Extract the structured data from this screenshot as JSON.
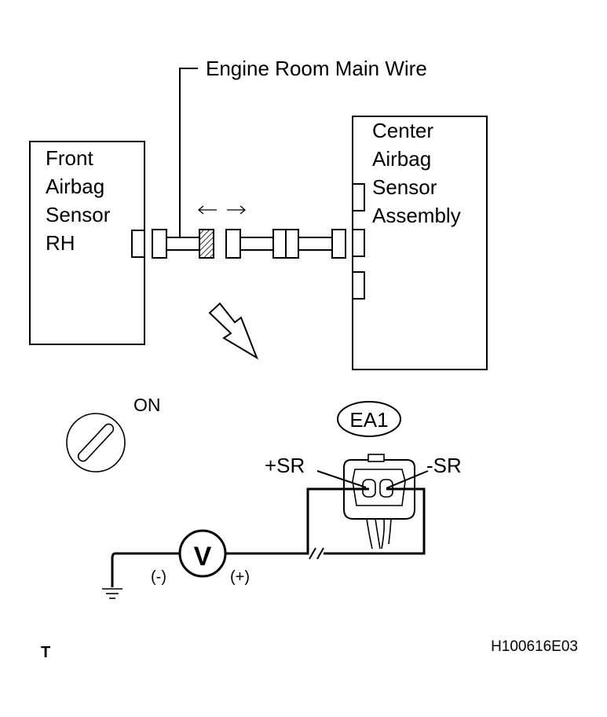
{
  "wire_label": "Engine Room Main Wire",
  "left_component": {
    "lines": [
      "Front",
      "Airbag",
      "Sensor",
      "RH"
    ]
  },
  "right_component": {
    "lines": [
      "Center",
      "Airbag",
      "Sensor",
      "Assembly"
    ]
  },
  "ignition": {
    "label": "ON",
    "icon": "ignition-switch-icon"
  },
  "connector": {
    "code": "EA1",
    "pin_plus": "+SR",
    "pin_minus": "-SR"
  },
  "meter": {
    "symbol": "V",
    "neg_label": "(-)",
    "pos_label": "(+)",
    "icon": "voltmeter-icon"
  },
  "corner_mark": "T",
  "figure_id": "H100616E03"
}
